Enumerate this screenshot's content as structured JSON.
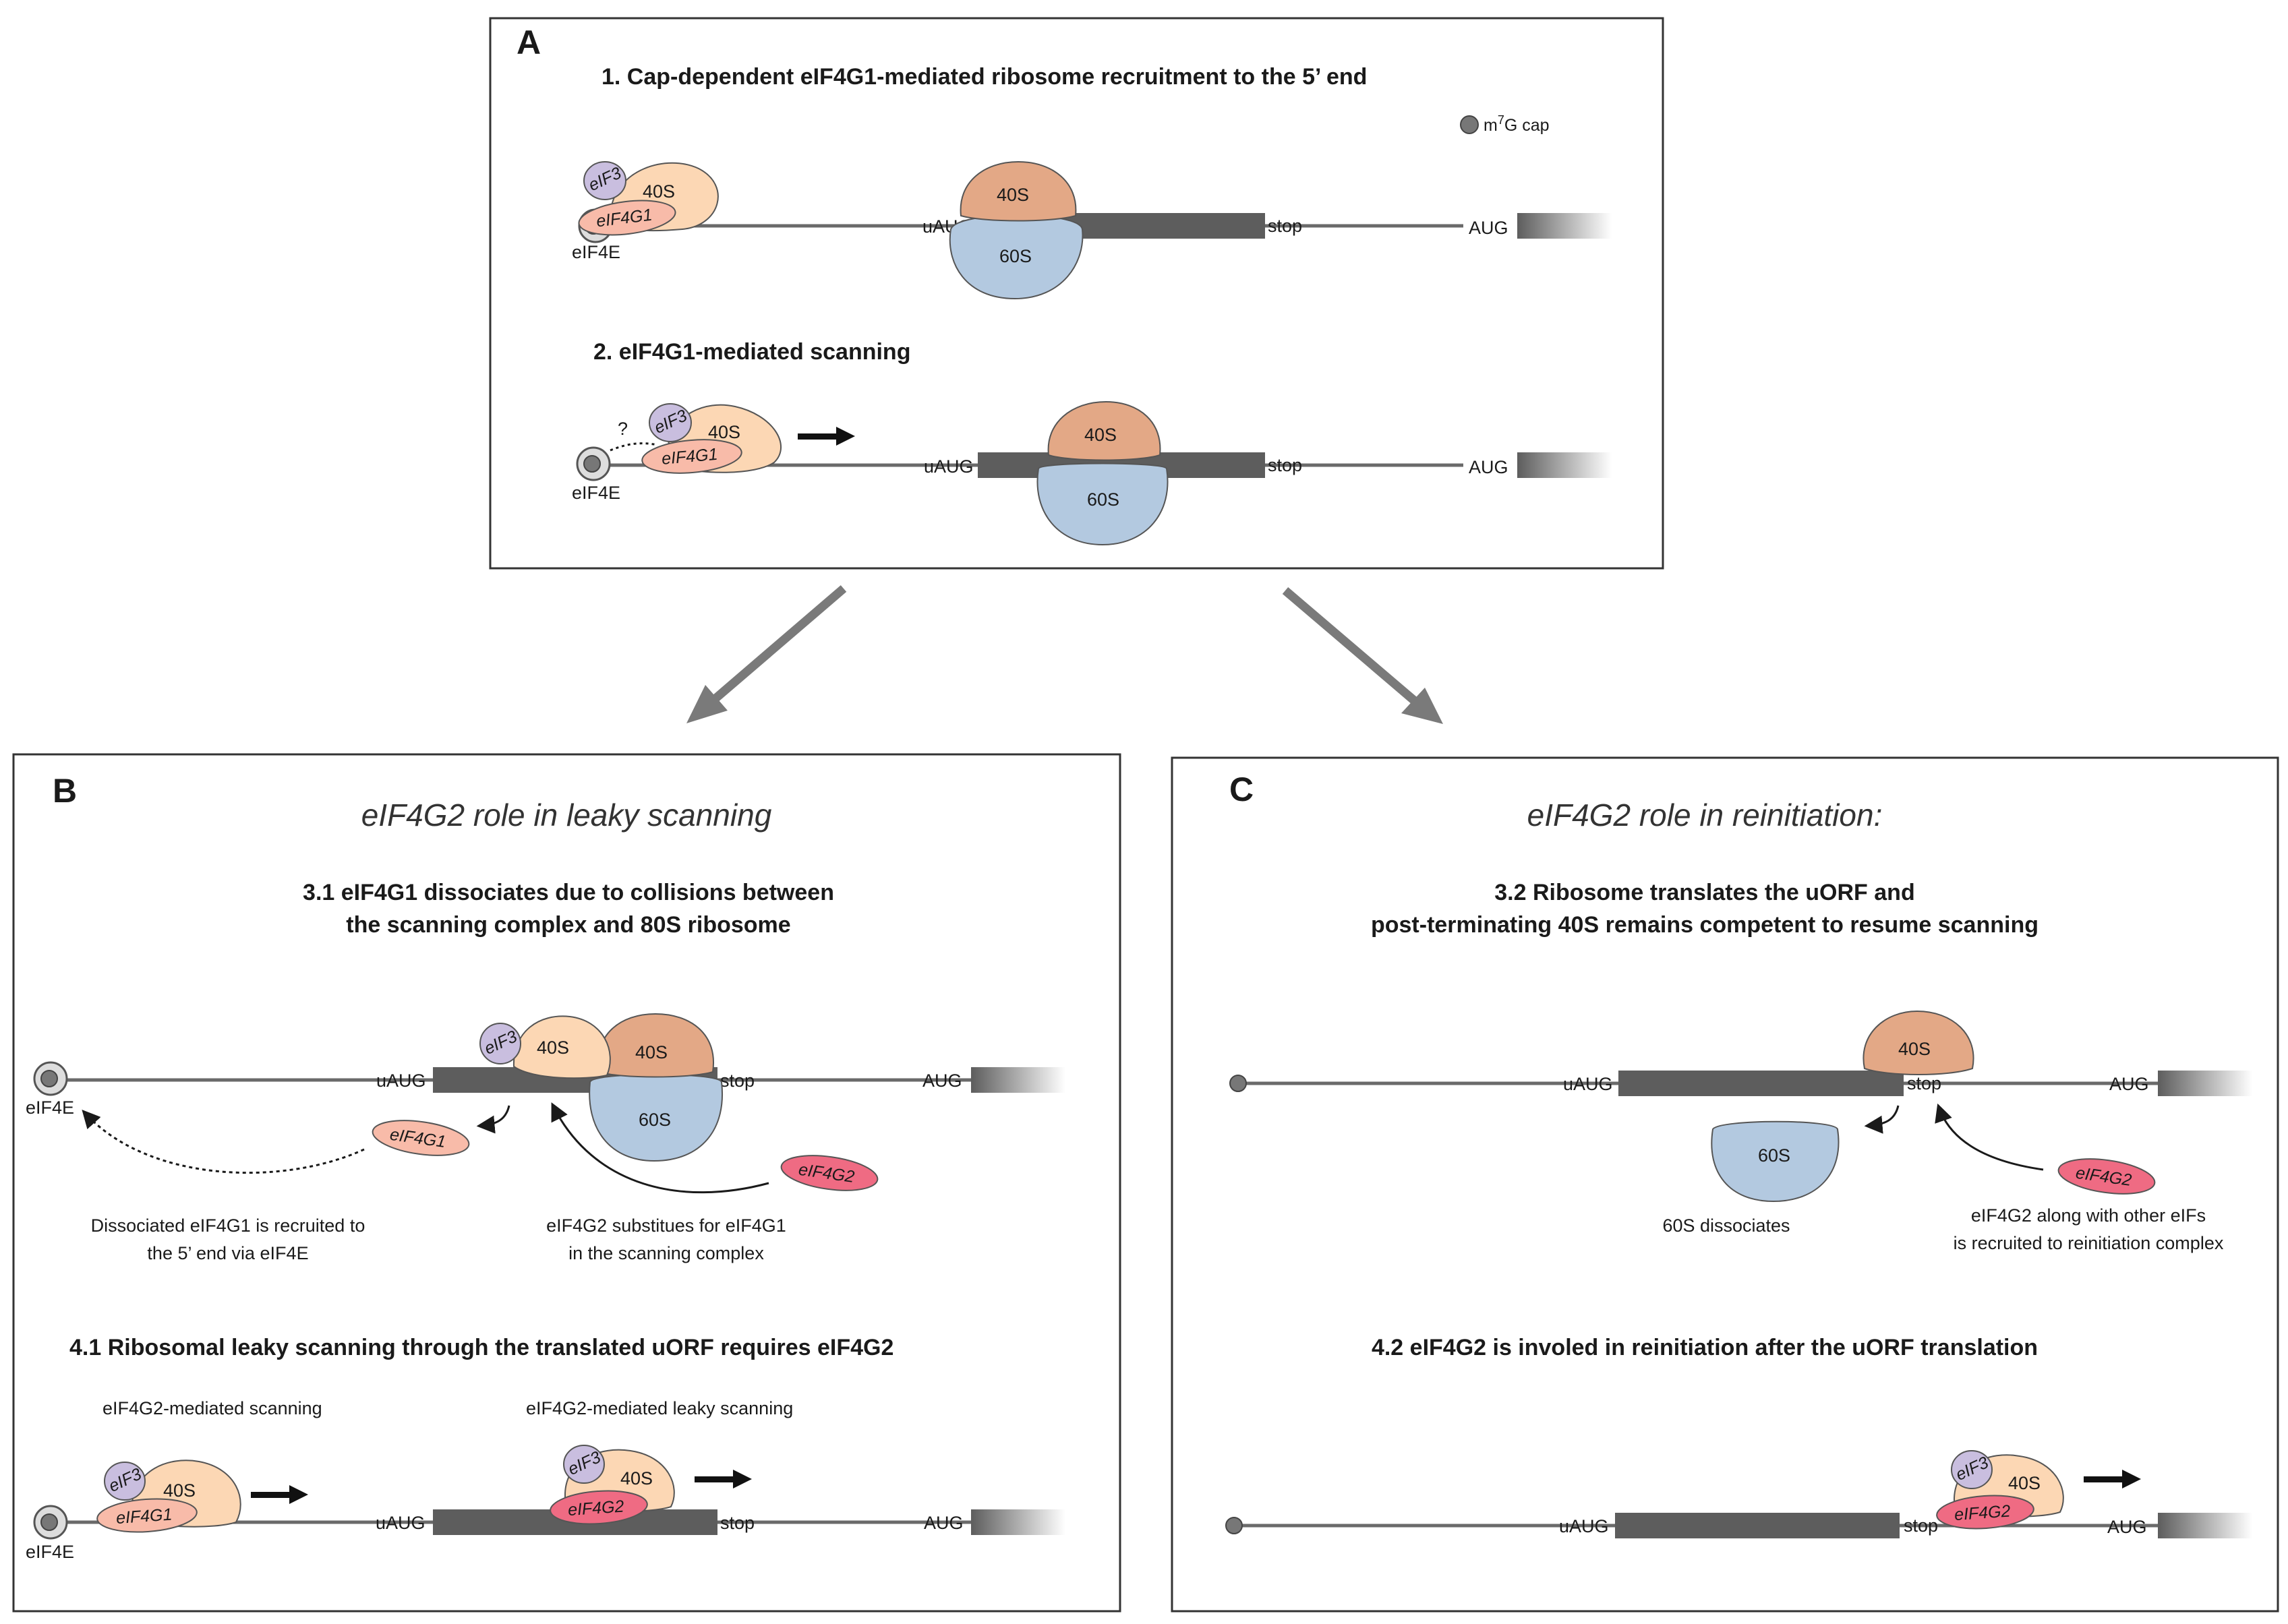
{
  "colors": {
    "mrna": "#6a6a6a",
    "orf": "#5d5d5d",
    "ribo40_scan": "#fcd7b4",
    "ribo40_trans": "#e3a886",
    "ribo60": "#b3c9e0",
    "eif3": "#c9bedf",
    "eif4g1": "#f8bba9",
    "eif4g2": "#ef6b83",
    "cap": "#777777",
    "panel_border": "#333333",
    "big_arrow": "#7a7a7a"
  },
  "panelA": {
    "letter": "A",
    "step1_title": "1. Cap-dependent eIF4G1-mediated ribosome recruitment to the 5’ end",
    "step2_title": "2. eIF4G1-mediated scanning",
    "legend_cap_label": "m",
    "legend_cap_sup": "7",
    "legend_cap_tail": "G cap",
    "question_mark": "?"
  },
  "panelB": {
    "letter": "B",
    "subtitle": "eIF4G2 role in leaky scanning",
    "step31_title_line1": "3.1 eIF4G1 dissociates due to collisions between",
    "step31_title_line2": "the scanning complex and 80S ribosome",
    "caption_left_line1": "Dissociated eIF4G1 is recruited to",
    "caption_left_line2": "the 5’ end via eIF4E",
    "caption_right_line1": "eIF4G2 substitues for eIF4G1",
    "caption_right_line2": "in the scanning complex",
    "step41_title": "4.1 Ribosomal leaky scanning through the translated uORF requires eIF4G2",
    "sub_left": "eIF4G2-mediated scanning",
    "sub_right": "eIF4G2-mediated leaky scanning"
  },
  "panelC": {
    "letter": "C",
    "subtitle": "eIF4G2 role in reinitiation:",
    "step32_title_line1": "3.2 Ribosome translates the uORF and",
    "step32_title_line2": "post-terminating 40S remains competent to resume scanning",
    "caption_left": "60S dissociates",
    "caption_right_line1": "eIF4G2 along with other eIFs",
    "caption_right_line2": "is recruited to reinitiation complex",
    "step42_title": "4.2 eIF4G2 is involed in reinitiation after the uORF translation"
  },
  "labels": {
    "uAUG": "uAUG",
    "stop": "stop",
    "AUG": "AUG",
    "s40": "40S",
    "s60": "60S",
    "eIF3": "eIF3",
    "eIF4G1": "eIF4G1",
    "eIF4G2": "eIF4G2",
    "eIF4E": "eIF4E"
  }
}
